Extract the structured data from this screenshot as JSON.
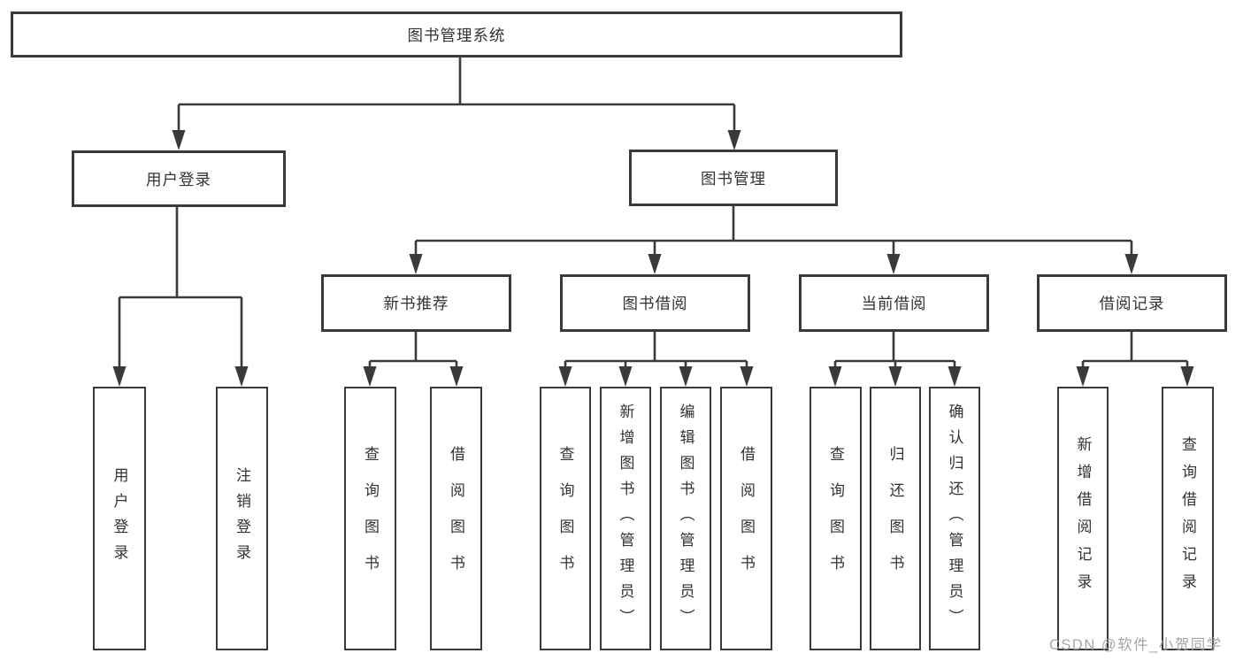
{
  "diagram": {
    "tree": {
      "label": "图书管理系统",
      "children": [
        {
          "label": "用户登录",
          "children": [
            {
              "label": "用户登录"
            },
            {
              "label": "注销登录"
            }
          ]
        },
        {
          "label": "图书管理",
          "children": [
            {
              "label": "新书推荐",
              "children": [
                {
                  "label": "查询图书"
                },
                {
                  "label": "借阅图书"
                }
              ]
            },
            {
              "label": "图书借阅",
              "children": [
                {
                  "label": "查询图书"
                },
                {
                  "label": "新增图书（管理员）"
                },
                {
                  "label": "编辑图书（管理员）"
                },
                {
                  "label": "借阅图书"
                }
              ]
            },
            {
              "label": "当前借阅",
              "children": [
                {
                  "label": "查询图书"
                },
                {
                  "label": "归还图书"
                },
                {
                  "label": "确认归还（管理员）"
                }
              ]
            },
            {
              "label": "借阅记录",
              "children": [
                {
                  "label": "新增借阅记录"
                },
                {
                  "label": "查询借阅记录"
                }
              ]
            }
          ]
        }
      ]
    }
  },
  "watermark": {
    "text": "CSDN @软件_小贺同学"
  },
  "colors": {
    "line": "#3a3a3a",
    "box_border": "#3a3a3a",
    "text": "#333333",
    "background": "#ffffff",
    "watermark": "#a6a6a6"
  }
}
